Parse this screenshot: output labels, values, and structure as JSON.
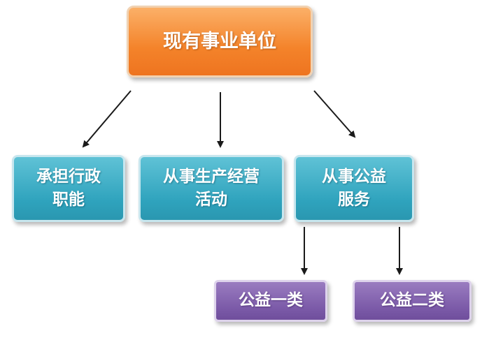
{
  "root": {
    "label": "现有事业单位"
  },
  "categories": [
    {
      "line1": "承担行政",
      "line2": "职能"
    },
    {
      "line1": "从事生产经营",
      "line2": "活动"
    },
    {
      "line1": "从事公益",
      "line2": "服务"
    }
  ],
  "subcategories": [
    {
      "label": "公益一类"
    },
    {
      "label": "公益二类"
    }
  ],
  "colors": {
    "root": "#f4832a",
    "category": "#2fa3bd",
    "subcategory": "#7b5aa8",
    "arrow": "#1a1a1a"
  }
}
